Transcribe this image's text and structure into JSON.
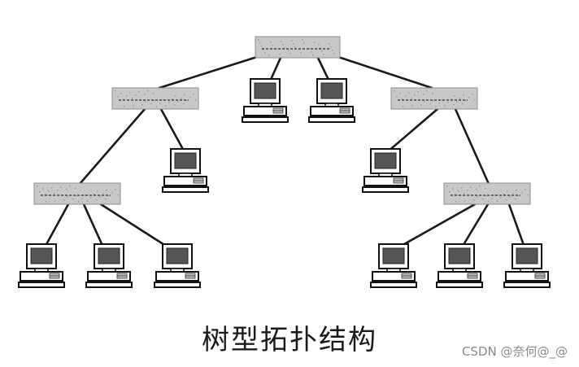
{
  "caption": "树型拓扑结构",
  "watermark": "CSDN @奈何@_@",
  "colors": {
    "line": "#1a1a1a",
    "switch_fill": "#c8c8c8",
    "screen_fill": "#555555",
    "background": "#ffffff"
  },
  "nodes": [
    {
      "id": "root-switch",
      "type": "switch"
    },
    {
      "id": "switch-left",
      "type": "switch"
    },
    {
      "id": "switch-right",
      "type": "switch"
    },
    {
      "id": "switch-left-bottom",
      "type": "switch"
    },
    {
      "id": "switch-right-bottom",
      "type": "switch"
    },
    {
      "id": "pc-root-1",
      "type": "computer"
    },
    {
      "id": "pc-root-2",
      "type": "computer"
    },
    {
      "id": "pc-left-mid",
      "type": "computer"
    },
    {
      "id": "pc-right-mid",
      "type": "computer"
    },
    {
      "id": "pc-lb-1",
      "type": "computer"
    },
    {
      "id": "pc-lb-2",
      "type": "computer"
    },
    {
      "id": "pc-lb-3",
      "type": "computer"
    },
    {
      "id": "pc-rb-1",
      "type": "computer"
    },
    {
      "id": "pc-rb-2",
      "type": "computer"
    },
    {
      "id": "pc-rb-3",
      "type": "computer"
    }
  ],
  "edges": [
    [
      "root-switch",
      "switch-left"
    ],
    [
      "root-switch",
      "pc-root-1"
    ],
    [
      "root-switch",
      "pc-root-2"
    ],
    [
      "root-switch",
      "switch-right"
    ],
    [
      "switch-left",
      "switch-left-bottom"
    ],
    [
      "switch-left",
      "pc-left-mid"
    ],
    [
      "switch-right",
      "pc-right-mid"
    ],
    [
      "switch-right",
      "switch-right-bottom"
    ],
    [
      "switch-left-bottom",
      "pc-lb-1"
    ],
    [
      "switch-left-bottom",
      "pc-lb-2"
    ],
    [
      "switch-left-bottom",
      "pc-lb-3"
    ],
    [
      "switch-right-bottom",
      "pc-rb-1"
    ],
    [
      "switch-right-bottom",
      "pc-rb-2"
    ],
    [
      "switch-right-bottom",
      "pc-rb-3"
    ]
  ]
}
